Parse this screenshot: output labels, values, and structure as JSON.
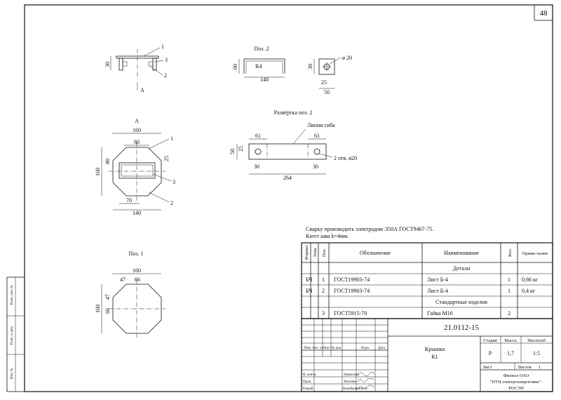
{
  "sheet_number": "48",
  "views": {
    "assembly": {
      "dim_height": "30",
      "leaders": [
        "1",
        "3",
        "2"
      ],
      "section_mark": "A"
    },
    "pos2": {
      "title": "Поз. 2",
      "dim_height": "60",
      "radius": "R4",
      "dim_width": "140",
      "hole_height": "30",
      "hole_dia": "ø 20",
      "hole_offset": "25",
      "hole_width": "50"
    },
    "razvertka": {
      "title": "Развёртка поз. 2",
      "bend_label": "Линии гиба",
      "dim_left": "61",
      "dim_right": "61",
      "dim_height": "50",
      "dim_hole": "25",
      "dim_edge_left": "30",
      "dim_edge_right": "30",
      "dim_total": "264",
      "holes_note": "2 отв. ø20"
    },
    "view_a": {
      "title": "А",
      "dim_top": "160",
      "dim_inner": "80",
      "dim_inner_v": "80",
      "dim_side": "25",
      "dim_height": "160",
      "dim_bottom_inner": "70",
      "dim_bottom": "140",
      "leaders": [
        "1",
        "3",
        "2"
      ]
    },
    "pos1": {
      "title": "Поз. 1",
      "dim_top": "160",
      "dim_a": "47",
      "dim_b": "66",
      "dim_v_a": "47",
      "dim_v_b": "66",
      "dim_height": "160"
    }
  },
  "notes": [
    "Сварку производить электродом Э50А ГОСТ9467-75.",
    "Катет шва k=4мм."
  ],
  "bom": {
    "headers": {
      "format": "Формат",
      "zone": "Зона",
      "pos": "Поз.",
      "designation": "Обозначение",
      "name": "Наименование",
      "qty": "Кол.",
      "remark": "Приме-чание"
    },
    "section_parts": "Детали",
    "section_standard": "Стандартные изделия",
    "rows": [
      {
        "format": "БЧ",
        "pos": "1",
        "designation": "ГОСТ19903-74",
        "name": "Лист Б-4",
        "qty": "1",
        "remark": "0,66 кг"
      },
      {
        "format": "БЧ",
        "pos": "2",
        "designation": "ГОСТ19903-74",
        "name": "Лист Б-4",
        "qty": "1",
        "remark": "0,4 кг"
      },
      {
        "format": "",
        "pos": "3",
        "designation": "ГОСТ5915-70",
        "name": "Гайка М16",
        "qty": "2",
        "remark": ""
      }
    ]
  },
  "title_block": {
    "doc_number": "21.0112-15",
    "name_line1": "Крышка",
    "name_line2": "К1",
    "stage_label": "Стадия",
    "mass_label": "Масса",
    "scale_label": "Масштаб",
    "stage": "Р",
    "mass": "1,7",
    "scale": "1:5",
    "sheet_label": "Лист",
    "sheets_label": "Листов",
    "sheets": "1",
    "org_line1": "Филиал ОАО",
    "org_line2": "\"НТЦ электроэнергетики\"-",
    "org_line3": "РОСЭП",
    "col_headers": [
      "Изм.",
      "Кол. уч.",
      "Лист",
      "№ док.",
      "Подп.",
      "Дата"
    ],
    "signers": [
      {
        "role": "Н. контр.",
        "name": "Ампилова"
      },
      {
        "role": "Пров.",
        "name": "Хохлова"
      },
      {
        "role": "Разраб.",
        "name": "Колобашкина А."
      }
    ]
  },
  "side_stamp": [
    "Инв. №",
    "Подп. и дата",
    "Взам. инв. №"
  ]
}
